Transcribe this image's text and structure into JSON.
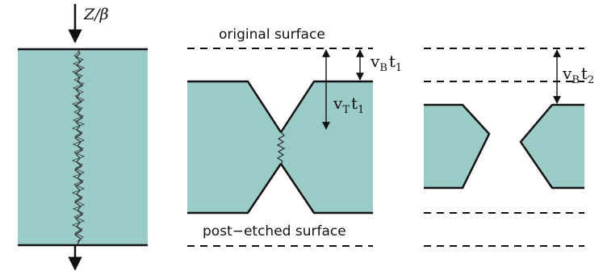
{
  "colors": {
    "fill": "#9bcbc6",
    "stroke": "#111111",
    "background": "#ffffff"
  },
  "labels": {
    "beam": "Z/β",
    "original_surface": "original surface",
    "post_etched_surface": "post−etched surface",
    "vb_t1": {
      "base": "v",
      "base_sub": "B",
      "term": "t",
      "term_sub": "1"
    },
    "vt_t1": {
      "base": "v",
      "base_sub": "T",
      "term": "t",
      "term_sub": "1"
    },
    "vb_t2": {
      "base": "v",
      "base_sub": "B",
      "term": "t",
      "term_sub": "2"
    }
  },
  "icons": {
    "beam_in": "arrow-down-icon",
    "beam_out": "arrow-down-icon",
    "dimension": "double-headed-arrow-icon"
  }
}
